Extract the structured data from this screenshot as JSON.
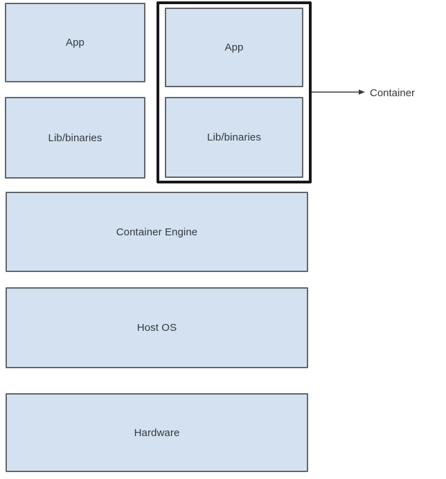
{
  "diagram": {
    "title_implicit": "Container architecture stack",
    "left_column": {
      "boxes": [
        {
          "label": "App"
        },
        {
          "label": "Lib/binaries"
        }
      ]
    },
    "container_group": {
      "boxes": [
        {
          "label": "App"
        },
        {
          "label": "Lib/binaries"
        }
      ],
      "callout_label": "Container"
    },
    "layers": [
      {
        "label": "Container Engine"
      },
      {
        "label": "Host OS"
      },
      {
        "label": "Hardware"
      }
    ],
    "colors": {
      "box_fill": "#d3e1f1",
      "box_border": "#61666b",
      "container_frame_border": "#17181a",
      "text": "#35383c",
      "arrow": "#3a3d40",
      "background": "#ffffff"
    }
  }
}
